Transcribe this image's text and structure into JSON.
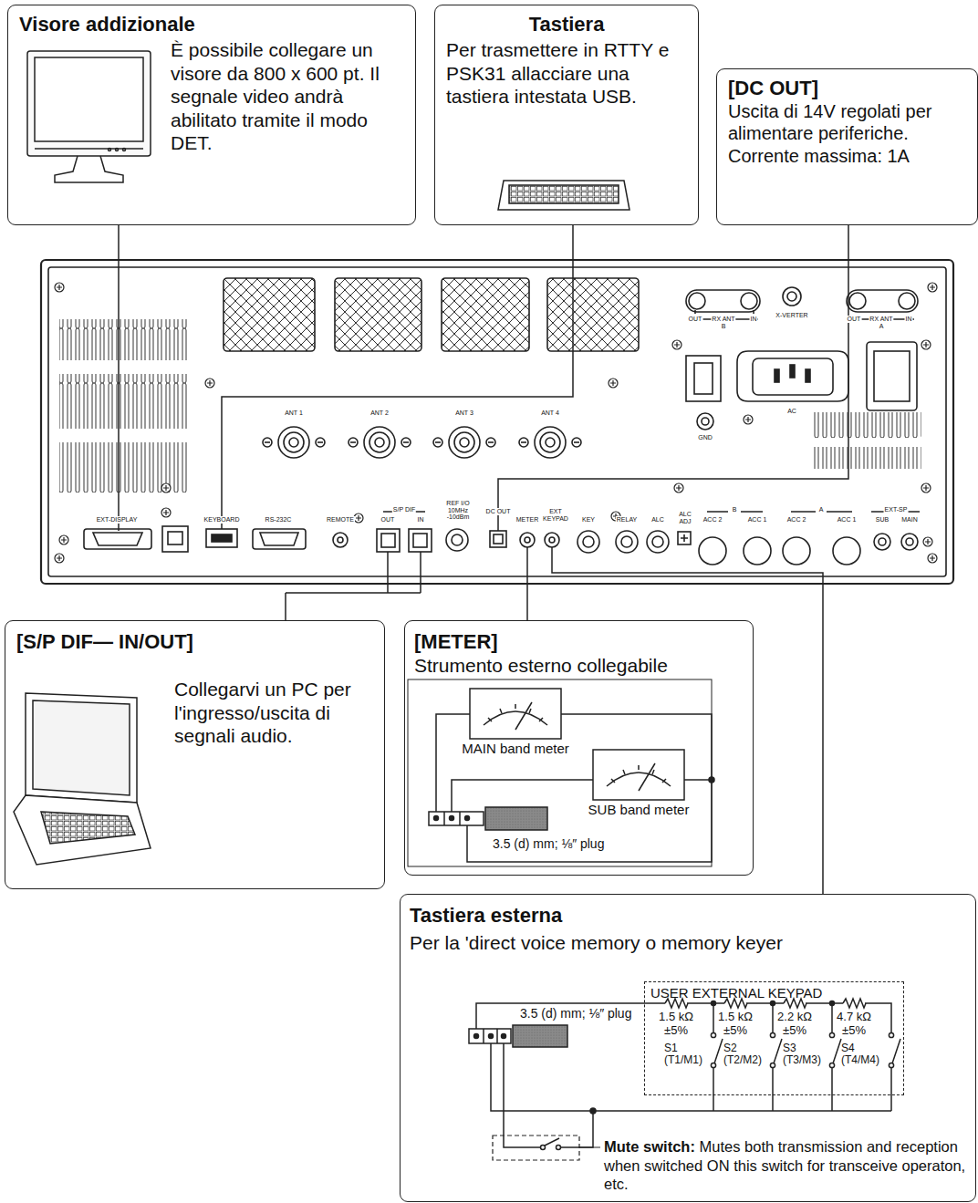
{
  "diagram": {
    "nodes": [
      {
        "text": [
          "Visore addizionale",
          "È possibile collegare un visore da 800 x 600 pt. Il segnale video andrà abilitato tramite il modo DET."
        ]
      },
      {
        "text": [
          "Tastiera",
          "Per trasmettere in RTTY e PSK31 allacciare una tastiera intestata USB."
        ]
      },
      {
        "text": [
          "[DC OUT]",
          "Uscita di 14V regolati per alimentare periferiche. Corrente massima: 1A"
        ]
      },
      {
        "text": [
          "[S/P DIF— IN/OUT]",
          "Collegarvi un PC per l'ingresso/uscita di segnali audio."
        ]
      },
      {
        "text": [
          "[METER]",
          "Strumento esterno collegabile"
        ]
      },
      {
        "text": [
          "Tastiera esterna",
          "Per la 'direct voice memory o memory keyer"
        ]
      },
      {
        "text": [
          "USER EXTERNAL KEYPAD"
        ],
        "in": 5
      }
    ],
    "labels": [
      "OUT",
      "RX ANT",
      "B",
      "IN",
      "X-VERTER",
      "OUT",
      "RX ANT",
      "A",
      "IN",
      "AC",
      "GND",
      "ANT 1",
      "ANT 2",
      "ANT 3",
      "ANT 4",
      "EXT-DISPLAY",
      "KEYBOARD",
      "RS-232C",
      "REMOTE",
      "S/P DIF",
      "OUT",
      "IN",
      "REF I/O 10MHz -10dBm",
      "DC OUT",
      "METER",
      "EXT KEYPAD",
      "KEY",
      "RELAY",
      "ALC",
      "ALC ADJ",
      "B",
      "ACC 2",
      "ACC 1",
      "A",
      "ACC 2",
      "ACC 1",
      "EXT-SP",
      "SUB",
      "MAIN",
      "MAIN band meter",
      "SUB band meter",
      "3.5 (d) mm; ⅛″ plug",
      "3.5 (d) mm; ⅛″ plug",
      "1.5 kΩ",
      "±5%",
      "1.5 kΩ",
      "±5%",
      "2.2 kΩ",
      "±5%",
      "4.7 kΩ",
      "±5%",
      "S1 (T1/M1)",
      "S2 (T2/M2)",
      "S3 (T3/M3)",
      "S4 (T4/M4)",
      "Mute switch: Mutes both transmission and reception when switched ON this switch for transceive operaton, etc."
    ]
  }
}
